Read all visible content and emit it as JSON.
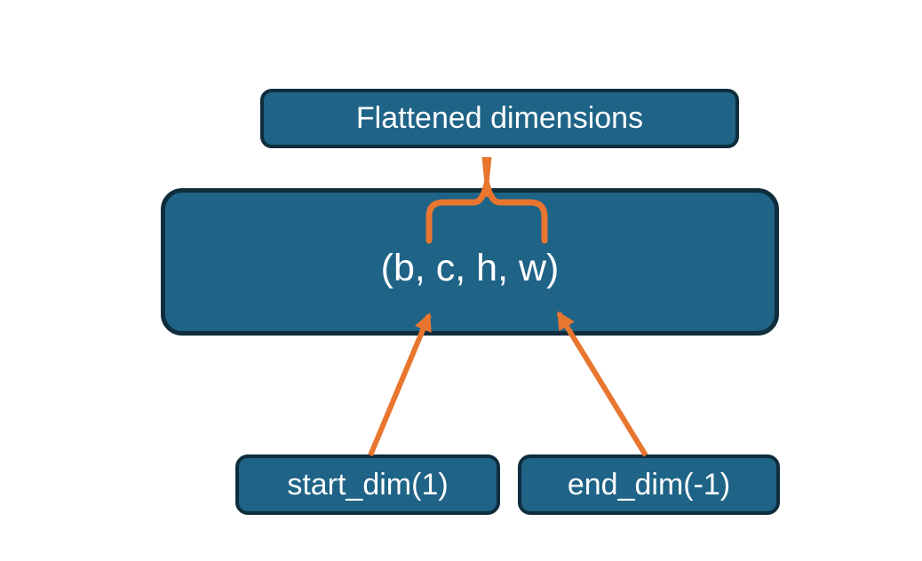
{
  "diagram": {
    "title_box": {
      "label": "Flattened dimensions"
    },
    "tensor_box": {
      "label": "(b, c, h, w)"
    },
    "start_dim_box": {
      "label": "start_dim(1)"
    },
    "end_dim_box": {
      "label": "end_dim(-1)"
    }
  },
  "connectors": {
    "brace": "over-brace grouping c, h, w dimensions to Flattened dimensions",
    "start_dim_arrow": "arrow from start_dim(1) box to dimension c",
    "end_dim_arrow": "arrow from end_dim(-1) box to dimension w"
  },
  "colors": {
    "background": "#FFFFFF",
    "node_fill": "#1F6387",
    "node_border": "#0F2D3C",
    "connector": "#E8762F",
    "text": "#FFFFFF"
  }
}
